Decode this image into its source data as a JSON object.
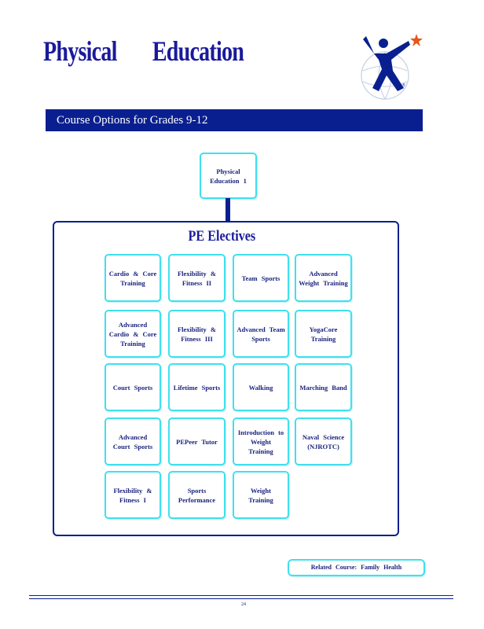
{
  "header": {
    "title_word1": "Physical",
    "title_word2": "Education",
    "banner": "Course Options for Grades 9-12"
  },
  "top_course": "Physical Education 1",
  "electives": {
    "title": "PE Electives",
    "courses": [
      "Cardio & Core Training",
      "Flexibility & Fitness II",
      "Team Sports",
      "Advanced Weight Training",
      "Advanced Cardio & Core Training",
      "Flexibility & Fitness III",
      "Advanced Team Sports",
      "YogaCore Training",
      "Court Sports",
      "Lifetime Sports",
      "Walking",
      "Marching Band",
      "Advanced Court Sports",
      "PEPeer Tutor",
      "Introduction to Weight Training",
      "Naval Science (NJROTC)",
      "Flexibility & Fitness I",
      "Sports Performance",
      "Weight Training"
    ]
  },
  "related_course": "Related Course: Family Health",
  "page_number": "24",
  "colors": {
    "navy": "#0a1f8f",
    "box_border": "#3fe0ee",
    "logo_star": "#e8541a"
  },
  "icons": [
    "school-logo-icon"
  ]
}
